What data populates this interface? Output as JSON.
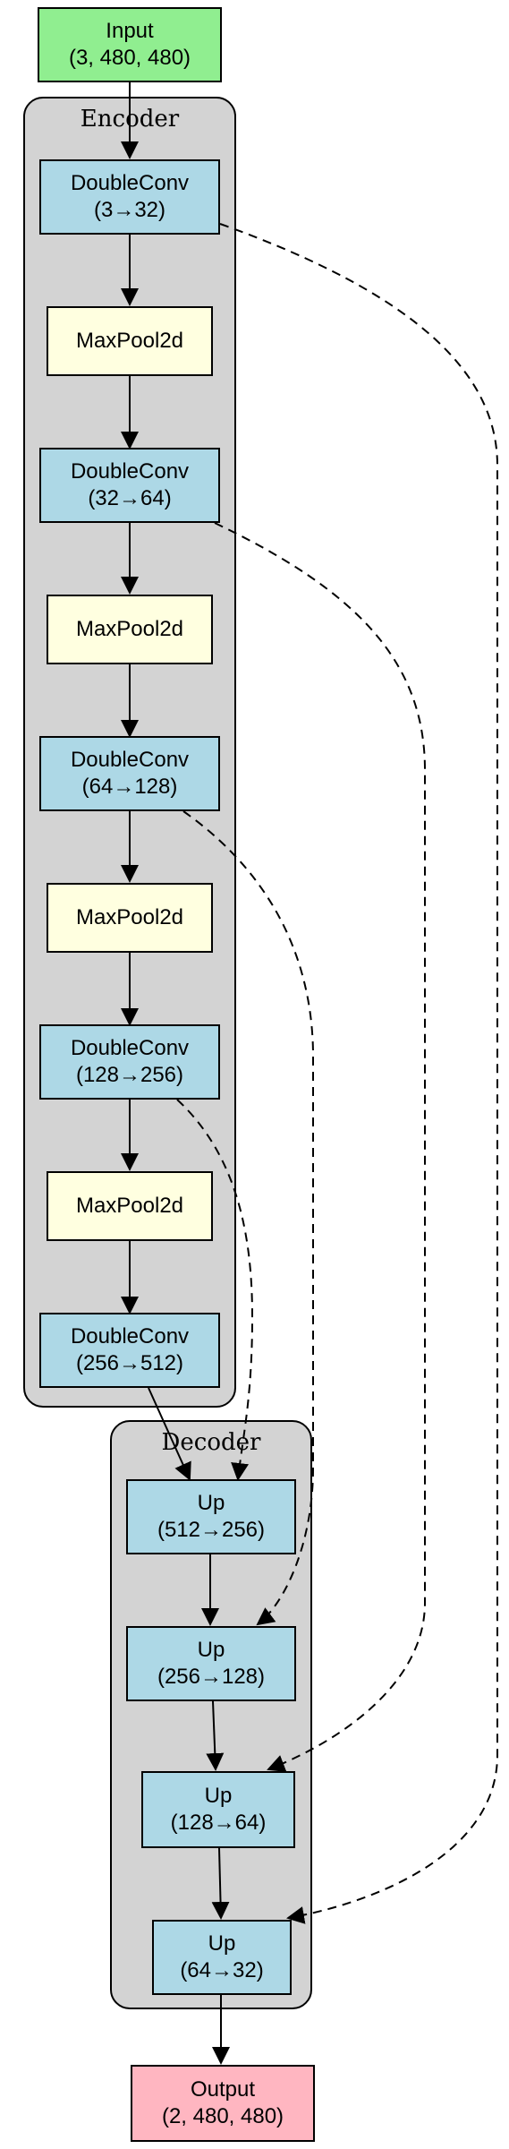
{
  "clusters": {
    "encoder": "Encoder",
    "decoder": "Decoder"
  },
  "nodes": {
    "input": {
      "line1": "Input",
      "line2": "(3, 480, 480)"
    },
    "enc1": {
      "line1": "DoubleConv",
      "line2": "(3→32)"
    },
    "pool1": {
      "line1": "MaxPool2d"
    },
    "enc2": {
      "line1": "DoubleConv",
      "line2": "(32→64)"
    },
    "pool2": {
      "line1": "MaxPool2d"
    },
    "enc3": {
      "line1": "DoubleConv",
      "line2": "(64→128)"
    },
    "pool3": {
      "line1": "MaxPool2d"
    },
    "enc4": {
      "line1": "DoubleConv",
      "line2": "(128→256)"
    },
    "pool4": {
      "line1": "MaxPool2d"
    },
    "enc5": {
      "line1": "DoubleConv",
      "line2": "(256→512)"
    },
    "up1": {
      "line1": "Up",
      "line2": "(512→256)"
    },
    "up2": {
      "line1": "Up",
      "line2": "(256→128)"
    },
    "up3": {
      "line1": "Up",
      "line2": "(128→64)"
    },
    "up4": {
      "line1": "Up",
      "line2": "(64→32)"
    },
    "output": {
      "line1": "Output",
      "line2": "(2, 480, 480)"
    }
  },
  "colors": {
    "conv": "#add8e6",
    "pool": "#ffffe0",
    "input": "#90ee90",
    "output": "#ffb6c1",
    "cluster": "#d3d3d3"
  }
}
